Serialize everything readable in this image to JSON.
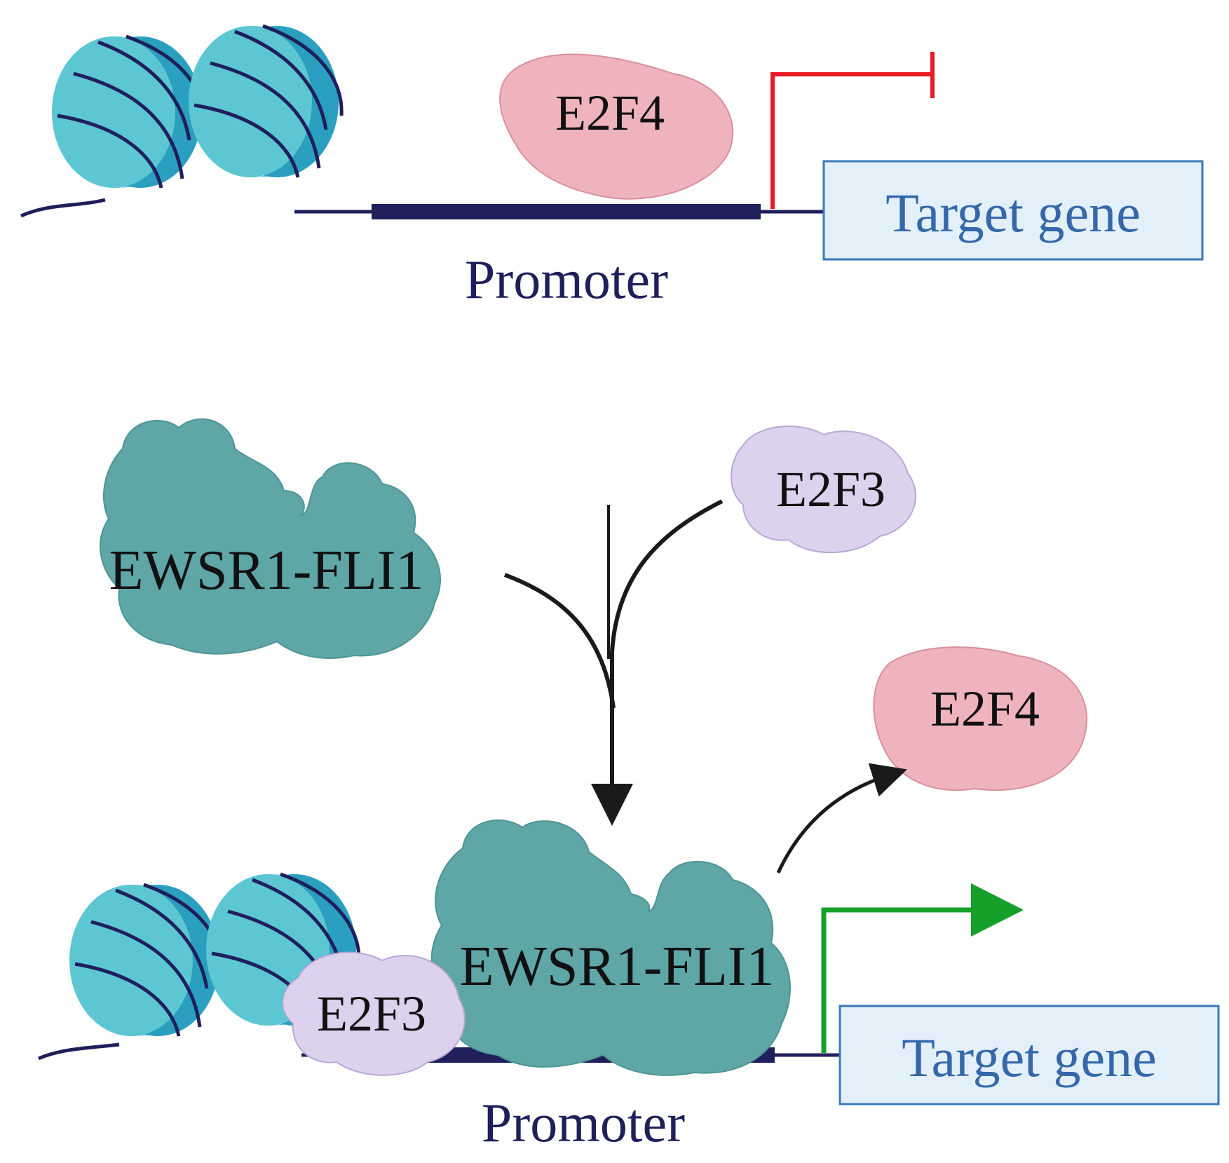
{
  "panel_top": {
    "protein_label": "E2F4",
    "promoter_label": "Promoter",
    "gene_label": "Target gene"
  },
  "panel_bottom": {
    "fusion_free_label": "EWSR1-FLI1",
    "e2f3_free_label": "E2F3",
    "e2f4_released_label": "E2F4",
    "fusion_bound_label": "EWSR1-FLI1",
    "e2f3_bound_label": "E2F3",
    "promoter_label": "Promoter",
    "gene_label": "Target gene"
  },
  "colors": {
    "nucleosome_light": "#5cc6d2",
    "nucleosome_dark": "#2a9fbf",
    "dna": "#1f1f5c",
    "e2f4_fill": "#efb3bb",
    "e2f4_stroke": "#d8909b",
    "e2f3_fill": "#ddd2ee",
    "e2f3_stroke": "#b7a8d6",
    "fusion_fill": "#5fa6a6",
    "fusion_stroke": "#4e9596",
    "repress_arrow": "#e81a24",
    "activate_arrow": "#16a02a",
    "gene_box_fill": "#e3f0fa",
    "gene_box_stroke": "#3a78b8",
    "gene_text": "#3468aa"
  },
  "icons": [
    "nucleosome-icon",
    "t-bar-inhibition-icon",
    "right-angle-arrow-icon",
    "curved-arrow-icon"
  ]
}
